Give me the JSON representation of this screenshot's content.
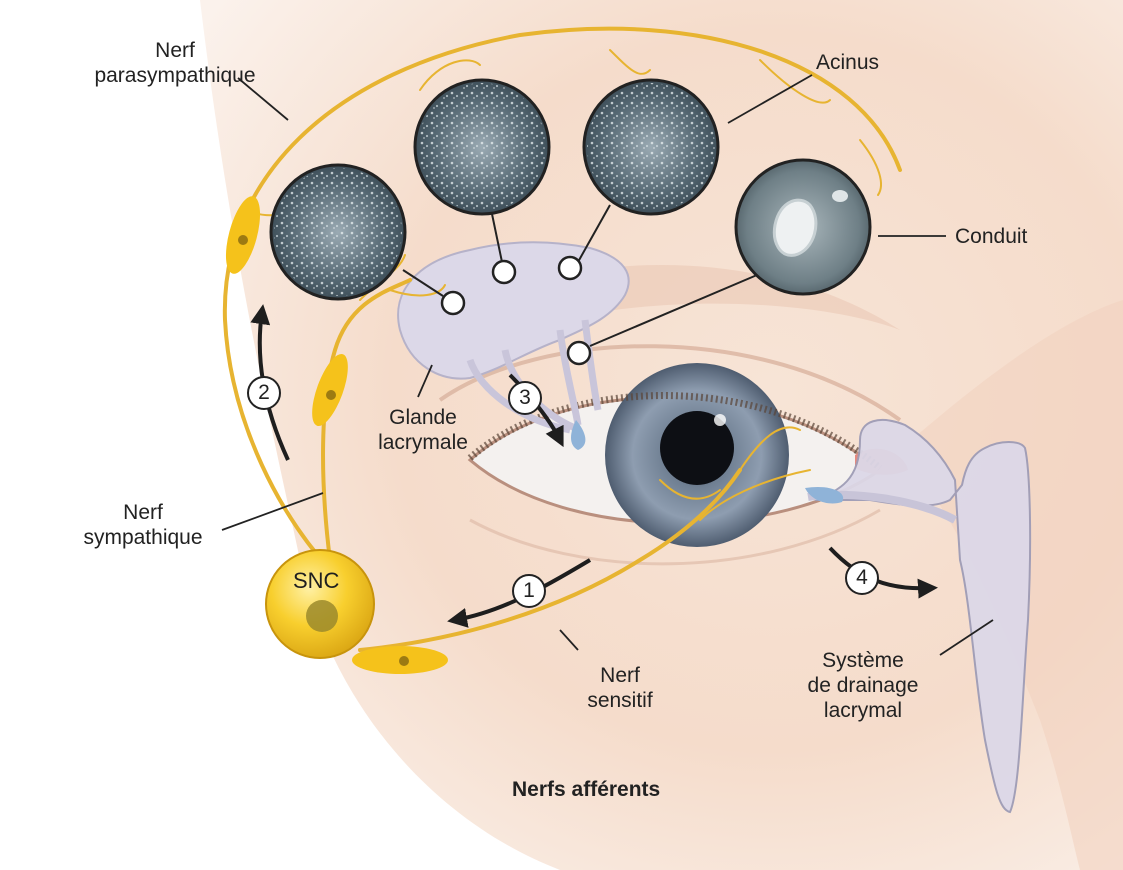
{
  "labels": {
    "parasympathetic": [
      "Nerf",
      "parasympathique"
    ],
    "acinus": "Acinus",
    "duct": "Conduit",
    "lacrimal_gland": [
      "Glande",
      "lacrymale"
    ],
    "sympathetic": [
      "Nerf",
      "sympathique"
    ],
    "cns": "SNC",
    "sensory": [
      "Nerf",
      "sensitif"
    ],
    "drainage": [
      "Système",
      "de drainage",
      "lacrymal"
    ],
    "afferent": "Nerfs afférents"
  },
  "steps": [
    "1",
    "2",
    "3",
    "4"
  ],
  "colors": {
    "nerve": "#e7b431",
    "cns_fill": "#f5c21b",
    "skin": "#f4dccb",
    "gland": "#dcd8e8",
    "iris": "#5d6f86",
    "micrograph": "#3c4d5c"
  }
}
